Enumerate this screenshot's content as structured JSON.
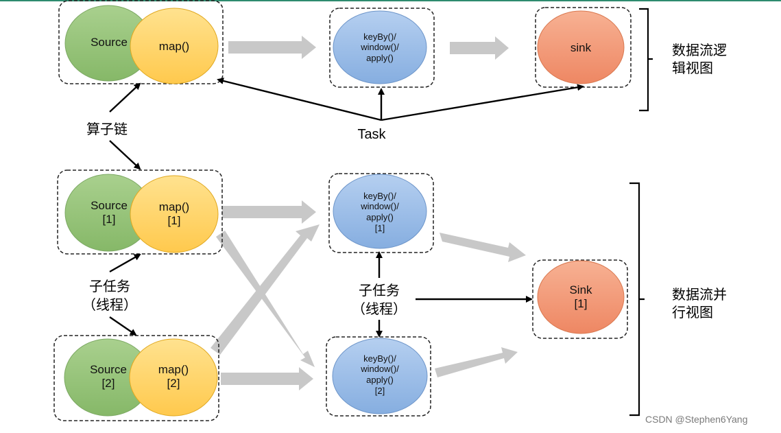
{
  "logical_view": {
    "source_label": "Source",
    "map_label": "map()",
    "keyby_lines": [
      "keyBy()/",
      "window()/",
      "apply()"
    ],
    "sink_label": "sink",
    "chain_label": "算子链",
    "task_label": "Task",
    "view_label_lines": [
      "数据流逻",
      "辑视图"
    ]
  },
  "parallel_view": {
    "source1_lines": [
      "Source",
      "[1]"
    ],
    "map1_lines": [
      "map()",
      "[1]"
    ],
    "source2_lines": [
      "Source",
      "[2]"
    ],
    "map2_lines": [
      "map()",
      "[2]"
    ],
    "keyby1_lines": [
      "keyBy()/",
      "window()/",
      "apply()",
      "[1]"
    ],
    "keyby2_lines": [
      "keyBy()/",
      "window()/",
      "apply()",
      "[2]"
    ],
    "sink1_lines": [
      "Sink",
      "[1]"
    ],
    "subtask_left_lines": [
      "子任务",
      "（线程）"
    ],
    "subtask_mid_lines": [
      "子任务",
      "（线程）"
    ],
    "view_label_lines": [
      "数据流并",
      "行视图"
    ]
  },
  "watermark": "CSDN @Stephen6Yang",
  "colors": {
    "source_fill": "#97c27a",
    "map_fill": "#ffd36b",
    "keyby_fill": "#9dbde6",
    "sink_fill": "#f39a78",
    "flow_arrow": "#c8c8c8",
    "top_rule": "#2e8b6e"
  }
}
